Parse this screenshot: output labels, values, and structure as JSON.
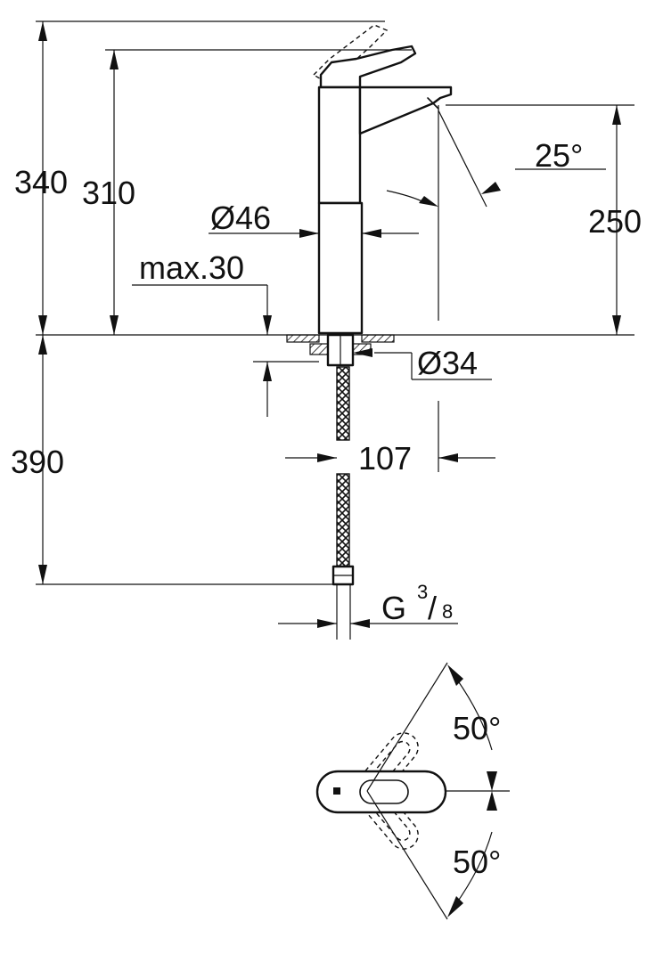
{
  "dimensions": {
    "height_total": "340",
    "height_lever": "310",
    "spout_height": "250",
    "spout_angle": "25°",
    "body_diameter": "Ø46",
    "max_thickness": "max.30",
    "hole_diameter": "Ø34",
    "hose_length": "390",
    "spout_reach": "107",
    "thread_prefix": "G",
    "thread_numerator": "3",
    "thread_denominator": "8",
    "lever_angle_upper": "50°",
    "lever_angle_lower": "50°"
  }
}
